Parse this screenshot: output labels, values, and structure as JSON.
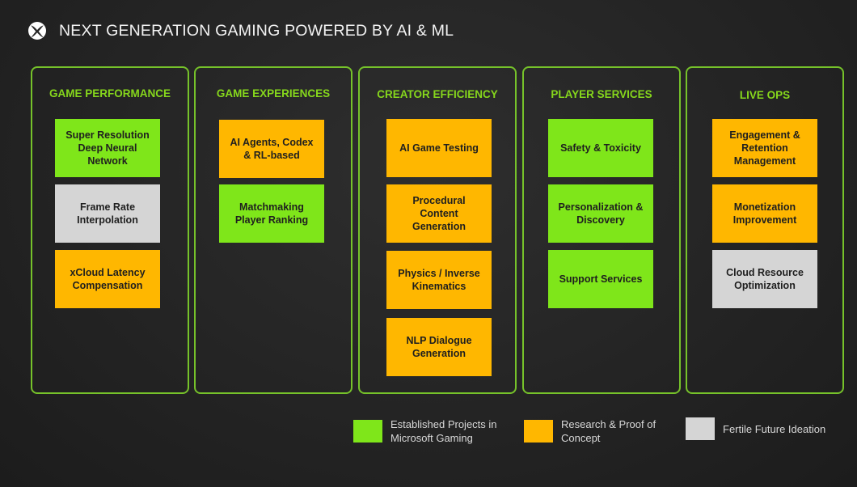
{
  "header": {
    "title": "NEXT GENERATION GAMING POWERED BY AI & ML",
    "logo_icon": "xbox-logo-icon"
  },
  "colors": {
    "established": "#7fe61a",
    "research": "#ffb700",
    "future": "#d5d5d5",
    "column_border": "#76c22a",
    "column_title": "#86d71c"
  },
  "columns": [
    {
      "title": "GAME PERFORMANCE",
      "cards": [
        {
          "label": "Super Resolution\nDeep Neural\nNetwork",
          "status": "established"
        },
        {
          "label": "Frame Rate\nInterpolation",
          "status": "future"
        },
        {
          "label": "xCloud Latency\nCompensation",
          "status": "research"
        }
      ]
    },
    {
      "title": "GAME EXPERIENCES",
      "cards": [
        {
          "label": "AI Agents, Codex\n& RL-based",
          "status": "research"
        },
        {
          "label": "Matchmaking\nPlayer Ranking",
          "status": "established"
        }
      ]
    },
    {
      "title": "CREATOR EFFICIENCY",
      "cards": [
        {
          "label": "AI Game Testing",
          "status": "research"
        },
        {
          "label": "Procedural\nContent\nGeneration",
          "status": "research"
        },
        {
          "label": "Physics / Inverse\nKinematics",
          "status": "research"
        },
        {
          "label": "NLP Dialogue\nGeneration",
          "status": "research"
        }
      ]
    },
    {
      "title": "PLAYER SERVICES",
      "cards": [
        {
          "label": "Safety & Toxicity",
          "status": "established"
        },
        {
          "label": "Personalization &\nDiscovery",
          "status": "established"
        },
        {
          "label": "Support Services",
          "status": "established"
        }
      ]
    },
    {
      "title": "LIVE OPS",
      "cards": [
        {
          "label": "Engagement &\nRetention\nManagement",
          "status": "research"
        },
        {
          "label": "Monetization\nImprovement",
          "status": "research"
        },
        {
          "label": "Cloud Resource\nOptimization",
          "status": "future"
        }
      ]
    }
  ],
  "legend": [
    {
      "label": "Established Projects in\nMicrosoft Gaming",
      "status": "established"
    },
    {
      "label": "Research & Proof of\nConcept",
      "status": "research"
    },
    {
      "label": "Fertile Future Ideation",
      "status": "future"
    }
  ]
}
